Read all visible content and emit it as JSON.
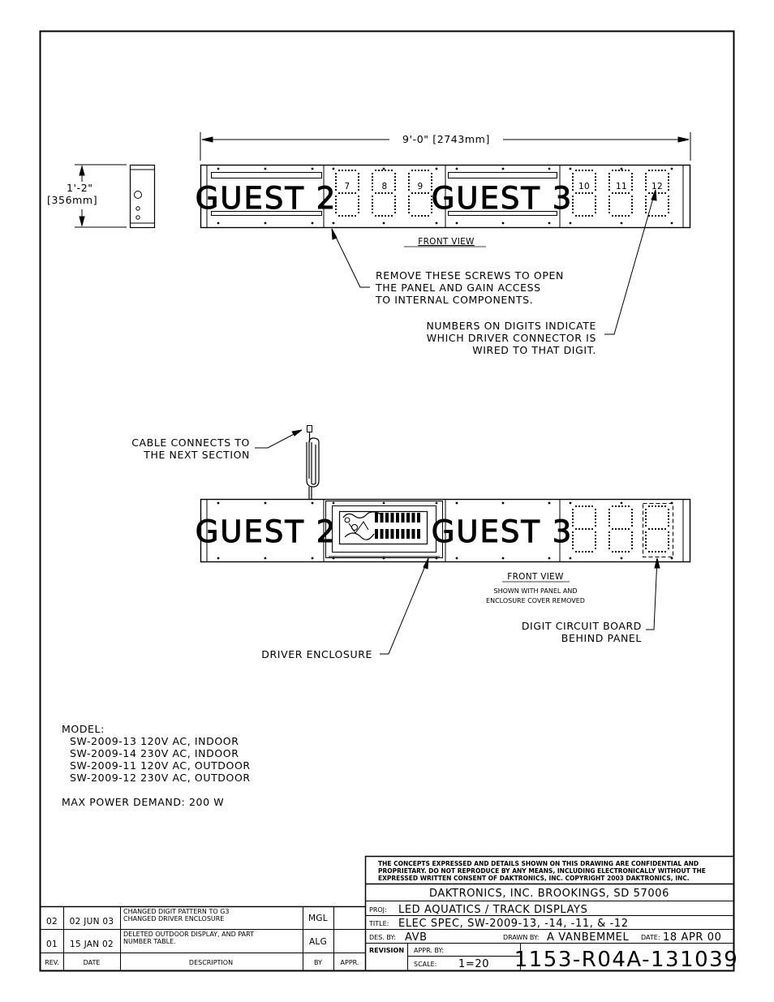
{
  "drawing": {
    "dimension_width": "9'-0\" [2743mm]",
    "dimension_height_1": "1'-2\"",
    "dimension_height_2": "[356mm]",
    "panel_text_a": "GUEST 2",
    "panel_text_b": "GUEST 3",
    "digit_numbers": [
      "7",
      "8",
      "9",
      "10",
      "11",
      "12"
    ],
    "front_view_label": "FRONT VIEW",
    "front_view_label_2": "FRONT VIEW",
    "shown_with_1": "SHOWN WITH PANEL AND",
    "shown_with_2": "ENCLOSURE COVER REMOVED",
    "note_screws": [
      "REMOVE THESE SCREWS TO OPEN",
      "THE PANEL AND GAIN ACCESS",
      "TO INTERNAL COMPONENTS."
    ],
    "note_digits": [
      "NUMBERS ON DIGITS INDICATE",
      "WHICH DRIVER CONNECTOR IS",
      "WIRED TO THAT DIGIT."
    ],
    "note_cable": [
      "CABLE CONNECTS TO",
      "THE NEXT SECTION"
    ],
    "note_board": [
      "DIGIT CIRCUIT BOARD",
      "BEHIND PANEL"
    ],
    "note_driver": "DRIVER ENCLOSURE"
  },
  "model": {
    "heading": "MODEL:",
    "lines": [
      "SW-2009-13  120V AC, INDOOR",
      "SW-2009-14  230V AC, INDOOR",
      "SW-2009-11  120V AC, OUTDOOR",
      "SW-2009-12  230V AC, OUTDOOR"
    ],
    "power": "MAX POWER DEMAND: 200 W"
  },
  "revisions": {
    "rows": [
      {
        "rev": "02",
        "date": "02 JUN 03",
        "desc1": "CHANGED DIGIT PATTERN TO G3",
        "desc2": "CHANGED DRIVER ENCLOSURE",
        "by": "MGL",
        "appr": ""
      },
      {
        "rev": "01",
        "date": "15 JAN 02",
        "desc1": "DELETED OUTDOOR DISPLAY, AND PART",
        "desc2": "NUMBER TABLE.",
        "by": "ALG",
        "appr": ""
      }
    ],
    "headers": {
      "rev": "REV.",
      "date": "DATE",
      "desc": "DESCRIPTION",
      "by": "BY",
      "appr": "APPR."
    }
  },
  "titleblock": {
    "notice_1": "THE CONCEPTS  EXPRESSED  AND  DETAILS SHOWN ON THIS DRAWING ARE CONFIDENTIAL AND",
    "notice_2": "PROPRIETARY.  DO NOT REPRODUCE BY ANY MEANS, INCLUDING ELECTRONICALLY WITHOUT THE",
    "notice_3": "EXPRESSED WRITTEN CONSENT OF DAKTRONICS, INC.          COPYRIGHT 2003 DAKTRONICS, INC.",
    "company": "DAKTRONICS, INC.   BROOKINGS, SD 57006",
    "proj_label": "PROJ:",
    "proj": "LED AQUATICS / TRACK DISPLAYS",
    "title_label": "TITLE:",
    "title": "ELEC SPEC, SW-2009-13, -14, -11, & -12",
    "des_label": "DES. BY:",
    "des": "AVB",
    "drawn_label": "DRAWN BY:",
    "drawn": "A VANBEMMEL",
    "date_label": "DATE:",
    "date": "18 APR 00",
    "revision_label": "REVISION",
    "appr_label": "APPR. BY:",
    "scale_label": "SCALE:",
    "scale": "1=20",
    "drawing_number": "1153-R04A-131039"
  }
}
